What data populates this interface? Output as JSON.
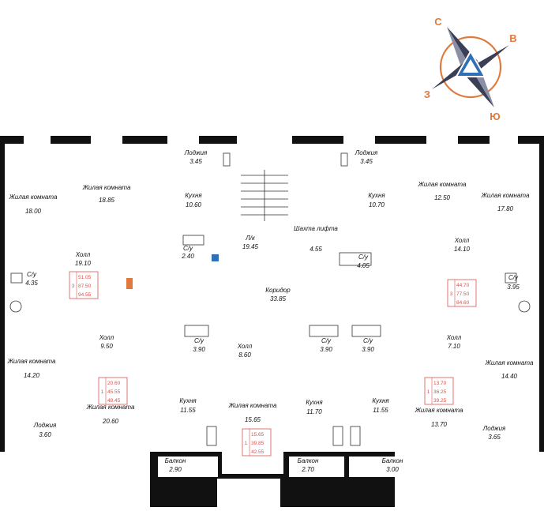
{
  "compass": {
    "north": "С",
    "east": "В",
    "south": "Ю",
    "west": "З",
    "accent": "#e07a3c",
    "rose": "#3a3f55",
    "center": "#2f6fb8"
  },
  "rooms": [
    {
      "id": "r1",
      "name": "Жилая комната",
      "value": "18.00"
    },
    {
      "id": "r2",
      "name": "Жилая комната",
      "value": "18.85"
    },
    {
      "id": "r3",
      "name": "Лоджия",
      "value": "3.45"
    },
    {
      "id": "r4",
      "name": "Кухня",
      "value": "10.60"
    },
    {
      "id": "r5",
      "name": "Л/к",
      "value": "19.45"
    },
    {
      "id": "r6",
      "name": "Лоджия",
      "value": "3.45"
    },
    {
      "id": "r7",
      "name": "Кухня",
      "value": "10.70"
    },
    {
      "id": "r8",
      "name": "Шахта лифта",
      "value": "4.55"
    },
    {
      "id": "r9",
      "name": "Жилая комната",
      "value": "12.50"
    },
    {
      "id": "r10",
      "name": "Жилая комната",
      "value": "17.80"
    },
    {
      "id": "r11",
      "name": "С/у",
      "value": "2.40"
    },
    {
      "id": "r12",
      "name": "С/у",
      "value": "4.05"
    },
    {
      "id": "r13",
      "name": "Холл",
      "value": "19.10"
    },
    {
      "id": "r14",
      "name": "Холл",
      "value": "14.10"
    },
    {
      "id": "r15",
      "name": "С/у",
      "value": "4.35"
    },
    {
      "id": "r16",
      "name": "С/у",
      "value": "3.95"
    },
    {
      "id": "r17",
      "name": "Коридор",
      "value": "33.85"
    },
    {
      "id": "r18",
      "name": "Холл",
      "value": "9.50"
    },
    {
      "id": "r19",
      "name": "С/у",
      "value": "3.90"
    },
    {
      "id": "r20",
      "name": "Холл",
      "value": "8.60"
    },
    {
      "id": "r21",
      "name": "С/у",
      "value": "3.90"
    },
    {
      "id": "r22",
      "name": "С/у",
      "value": "3.90"
    },
    {
      "id": "r23",
      "name": "Холл",
      "value": "7.10"
    },
    {
      "id": "r24",
      "name": "Жилая комната",
      "value": "14.20"
    },
    {
      "id": "r25",
      "name": "Жилая комната",
      "value": "14.40"
    },
    {
      "id": "r26",
      "name": "Жилая комната",
      "value": "20.60"
    },
    {
      "id": "r27",
      "name": "Кухня",
      "value": "11.55"
    },
    {
      "id": "r28",
      "name": "Жилая комната",
      "value": "15.65"
    },
    {
      "id": "r29",
      "name": "Кухня",
      "value": "11.70"
    },
    {
      "id": "r30",
      "name": "Кухня",
      "value": "11.55"
    },
    {
      "id": "r31",
      "name": "Жилая комната",
      "value": "13.70"
    },
    {
      "id": "r32",
      "name": "Лоджия",
      "value": "3.60"
    },
    {
      "id": "r33",
      "name": "Лоджия",
      "value": "3.65"
    },
    {
      "id": "r34",
      "name": "Балкон",
      "value": "2.90"
    },
    {
      "id": "r35",
      "name": "Балкон",
      "value": "2.70"
    },
    {
      "id": "r36",
      "name": "Балкон",
      "value": "3.00"
    }
  ],
  "apartments": [
    {
      "id": "a1",
      "rooms": "3",
      "living": "51.05",
      "total": "87.50",
      "total_balc": "94.55"
    },
    {
      "id": "a2",
      "rooms": "3",
      "living": "44.70",
      "total": "77.50",
      "total_balc": "84.60"
    },
    {
      "id": "a3",
      "rooms": "1",
      "living": "20.60",
      "total": "45.55",
      "total_balc": "48.45"
    },
    {
      "id": "a4",
      "rooms": "1",
      "living": "15.65",
      "total": "39.85",
      "total_balc": "42.55"
    },
    {
      "id": "a5",
      "rooms": "1",
      "living": "13.70",
      "total": "36.25",
      "total_balc": "39.25"
    }
  ]
}
